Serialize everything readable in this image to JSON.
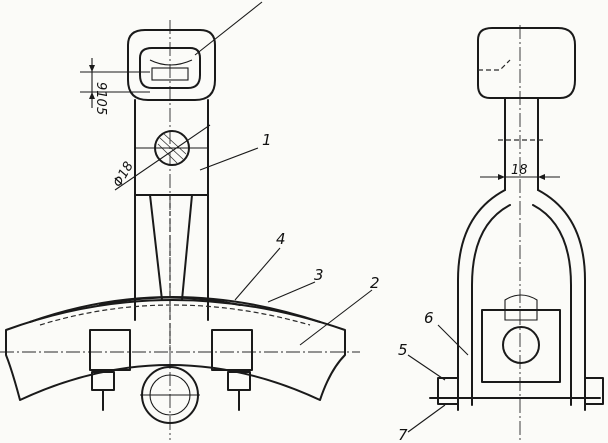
{
  "callouts": {
    "n1": "1",
    "n2": "2",
    "n3": "3",
    "n4": "4",
    "n5": "5",
    "n6": "6",
    "n7": "7"
  },
  "dimensions": {
    "hole_diameter": "Φ18",
    "width": "18",
    "vertical": "9105"
  },
  "colors": {
    "ink": "#1a1a1a",
    "paper": "#fbfbf8"
  }
}
